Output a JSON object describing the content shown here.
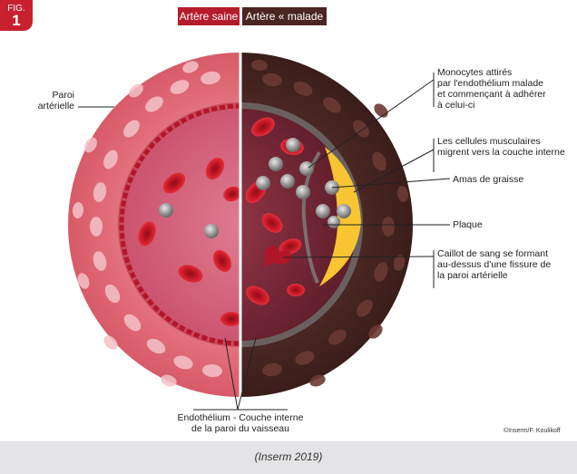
{
  "figure": {
    "prefix": "FIG.",
    "number": "1"
  },
  "header": {
    "healthy": "Artère saine",
    "diseased": "Artère « malade »"
  },
  "labels": {
    "wall": [
      "Paroi",
      "artérielle"
    ],
    "monocytes": [
      "Monocytes attirés",
      "par l'endothélium malade",
      "et commençant à adhérer",
      "à celui-ci"
    ],
    "muscle": [
      "Les cellules musculaires",
      "migrent vers la couche interne"
    ],
    "fat": [
      "Amas de graisse"
    ],
    "plaque": [
      "Plaque"
    ],
    "clot": [
      "Caillot de sang se formant",
      "au-dessus d'une fissure de",
      "la paroi artérielle"
    ],
    "endothelium": [
      "Endothélium - Couche interne",
      "de la paroi du vaisseau"
    ]
  },
  "credit": "©Inserm/F. Koulikoff",
  "caption": "(Inserm 2019)",
  "colors": {
    "badge": "#c8202e",
    "healthy_tag": "#b51c2b",
    "diseased_tag": "#4a2620",
    "plaque": "#f6c531"
  }
}
